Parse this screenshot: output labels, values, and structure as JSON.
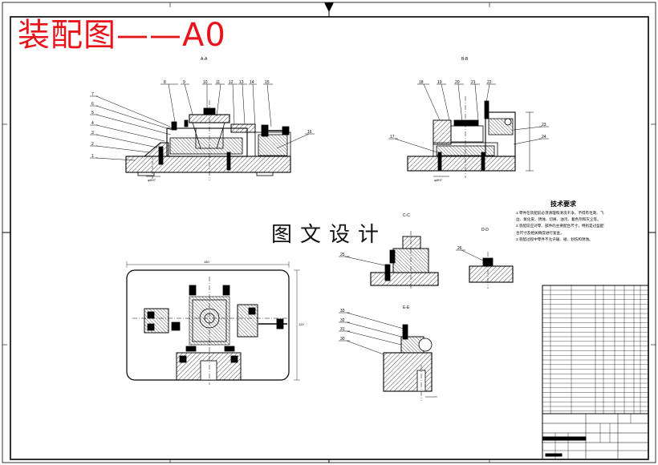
{
  "title": "装配图——A0",
  "watermark": "图文设计",
  "views": {
    "view1": "A-A",
    "view2": "B-B",
    "view3": "C-C",
    "view4": "D-D",
    "view5": "E-E"
  },
  "callouts": {
    "left": [
      "7",
      "6",
      "5",
      "4",
      "3",
      "2",
      "1"
    ],
    "top_a": [
      "8",
      "9",
      "10",
      "11",
      "12",
      "13",
      "14",
      "15"
    ],
    "right_a": "16",
    "top_b": [
      "18",
      "19",
      "20",
      "21",
      "22"
    ],
    "right_b": [
      "23",
      "24"
    ],
    "left_b": "17",
    "c_view": "25",
    "d_view": "26",
    "e_view": [
      "33",
      "32",
      "31",
      "30"
    ]
  },
  "requirements": {
    "heading": "技术要求",
    "lines": [
      "1.零件在装配前必须清理和清洗干净，不得有毛刺、飞",
      "边、氧化皮、锈蚀、切屑、油污、着色剂和灰尘等。",
      "2.装配前应对零、部件的主要配合尺寸，特别是过盈配",
      "合尺寸及相关精度进行复查。",
      "3.装配过程中零件不允许磕、碰、划伤和锈蚀。"
    ]
  },
  "colors": {
    "title_red": "#e8141c",
    "line": "#000000",
    "hatch": "#333333"
  }
}
